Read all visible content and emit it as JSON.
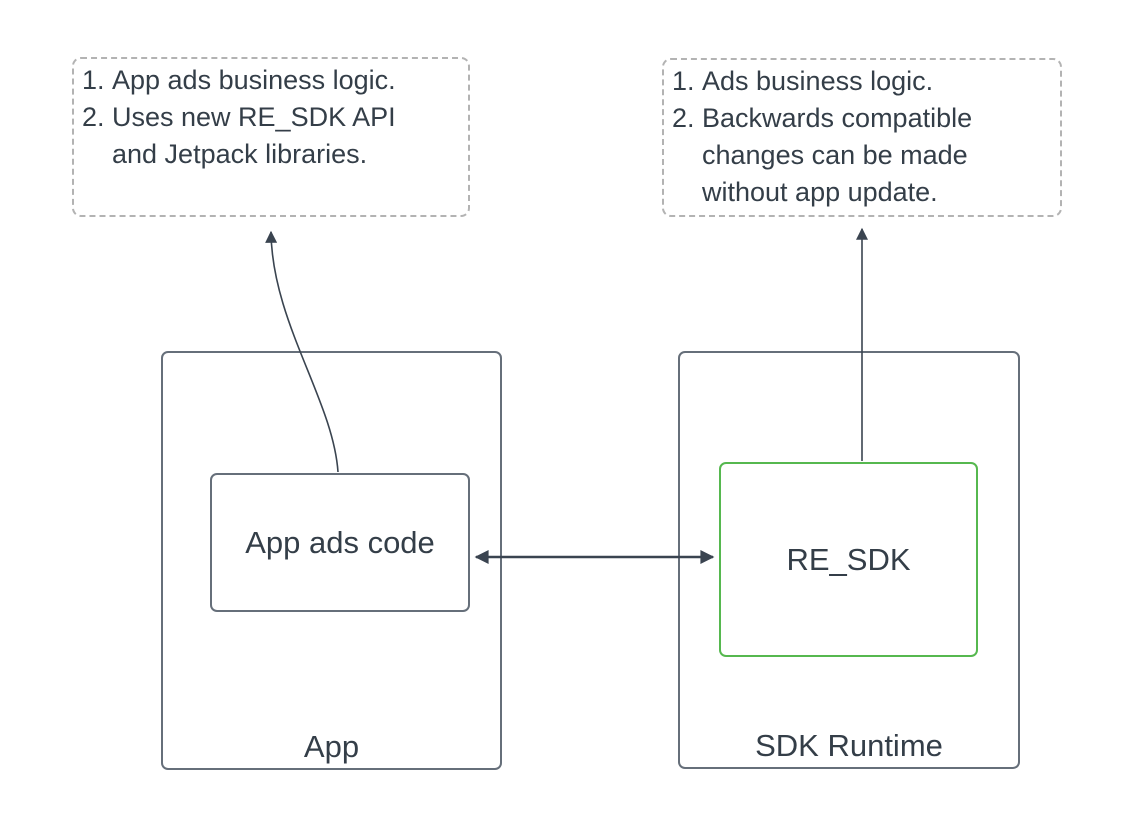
{
  "notes": {
    "left": {
      "items": [
        "App ads business logic.",
        "Uses new RE_SDK API and Jetpack libraries."
      ]
    },
    "right": {
      "items": [
        "Ads business logic.",
        "Backwards compatible changes can be made without app update."
      ]
    }
  },
  "containers": {
    "app": {
      "label": "App"
    },
    "sdk_runtime": {
      "label": "SDK Runtime"
    }
  },
  "nodes": {
    "app_ads_code": {
      "label": "App ads code"
    },
    "re_sdk": {
      "label": "RE_SDK"
    }
  },
  "colors": {
    "background": "#ffffff",
    "box_border": "#666f7a",
    "re_sdk_border": "#56b84f",
    "note_border": "#b3b3b3",
    "text": "#343e48",
    "arrow": "#3a4450"
  }
}
